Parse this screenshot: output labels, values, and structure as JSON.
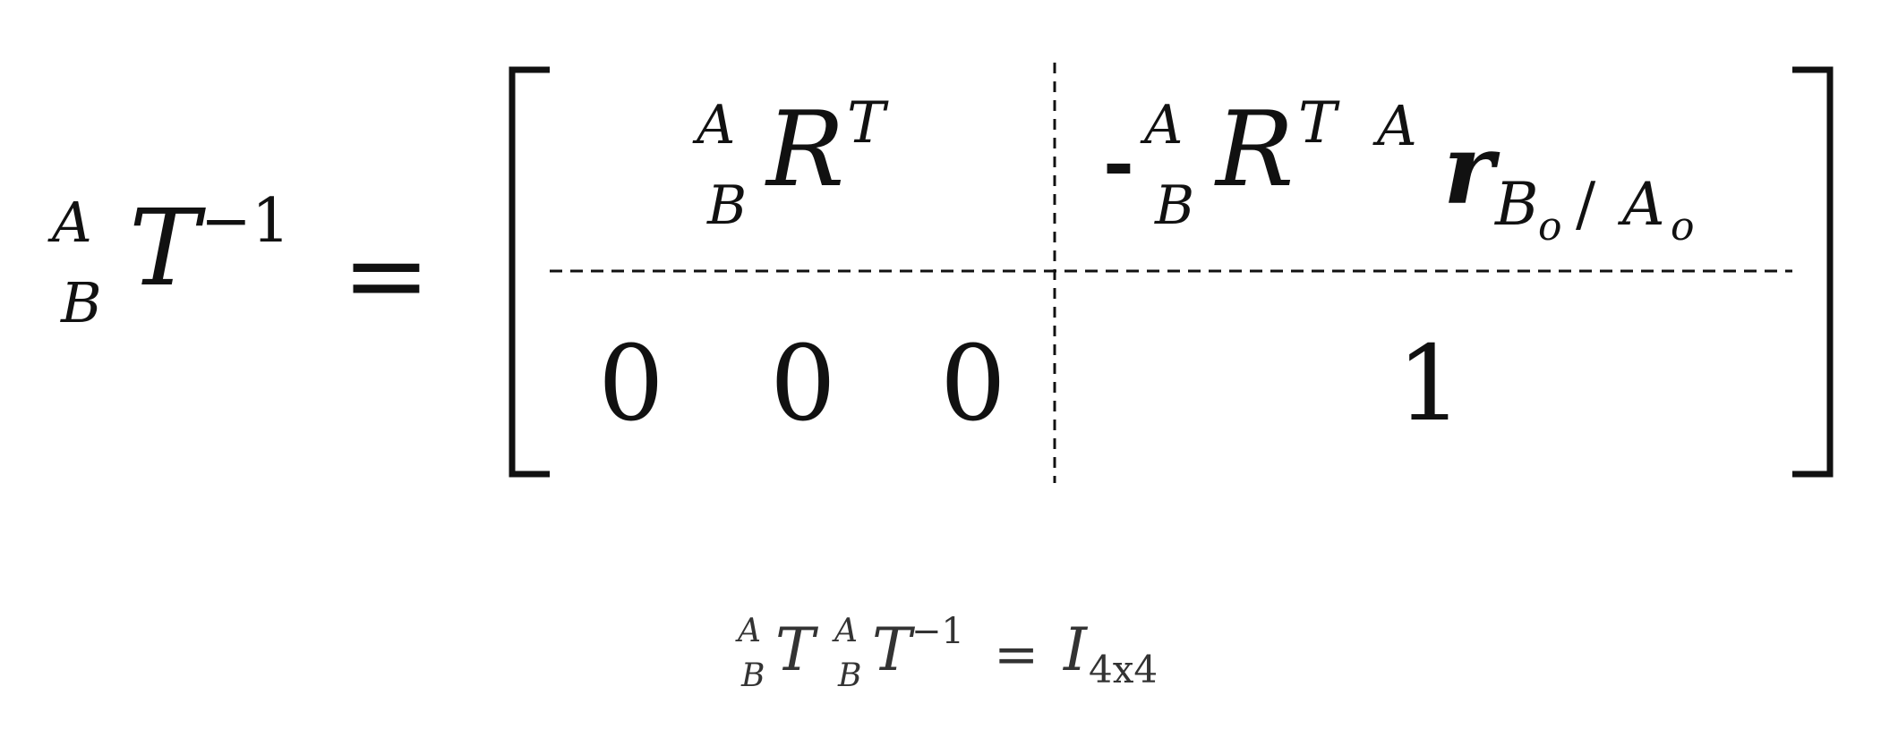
{
  "main_equation": {
    "lhs": {
      "pre_sup": "A",
      "pre_sub": "B",
      "symbol": "T",
      "sup": "−1"
    },
    "equals": "=",
    "matrix": {
      "top_left": {
        "pre_sup": "A",
        "pre_sub": "B",
        "symbol": "R",
        "sup": "T"
      },
      "top_right": {
        "sign": "-",
        "pre_sup": "A",
        "pre_sub": "B",
        "symbol": "R",
        "sup": "T",
        "frame": "A",
        "vector": "r",
        "sub_from": "B",
        "sub_from_idx": "o",
        "slash": "/",
        "sub_to": "A",
        "sub_to_idx": "o"
      },
      "bottom_left": [
        "0",
        "0",
        "0"
      ],
      "bottom_right": "1"
    }
  },
  "identity_equation": {
    "t1": {
      "pre_sup": "A",
      "pre_sub": "B",
      "symbol": "T"
    },
    "t2": {
      "pre_sup": "A",
      "pre_sub": "B",
      "symbol": "T",
      "sup": "−1"
    },
    "equals": "=",
    "identity": {
      "symbol": "I",
      "sub": "4x4"
    }
  }
}
